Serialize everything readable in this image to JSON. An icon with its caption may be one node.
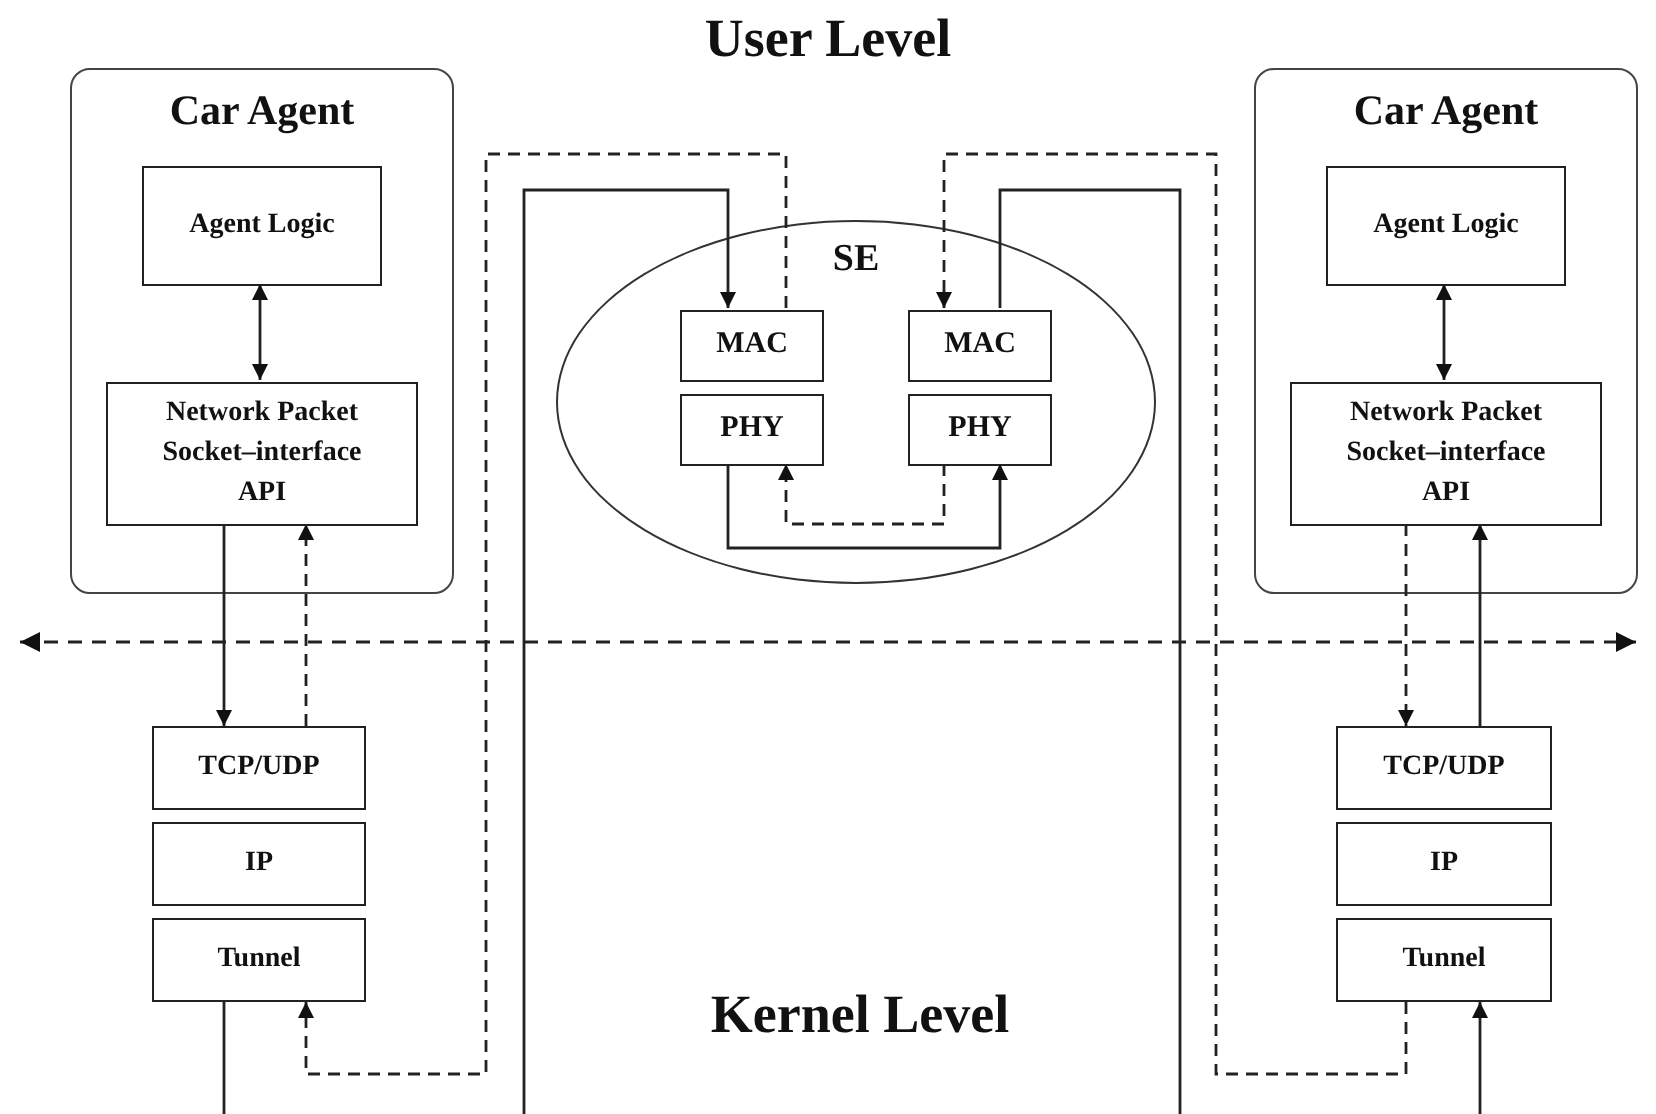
{
  "diagram": {
    "nodes": [
      {
        "text": [
          "Car Agent"
        ]
      },
      {
        "text": [
          "Agent Logic"
        ],
        "in": 0
      },
      {
        "text": [
          "Network Packet Socket–interface API"
        ],
        "in": 0
      },
      {
        "text": [
          "SE"
        ]
      },
      {
        "text": [
          "MAC"
        ],
        "in": 3
      },
      {
        "text": [
          "PHY"
        ],
        "in": 3
      },
      {
        "text": [
          "MAC"
        ],
        "in": 3
      },
      {
        "text": [
          "PHY"
        ],
        "in": 3
      },
      {
        "text": [
          "Car Agent"
        ]
      },
      {
        "text": [
          "Agent Logic"
        ],
        "in": 8
      },
      {
        "text": [
          "Network Packet Socket–interface API"
        ],
        "in": 8
      },
      {
        "text": [
          "TCP/UDP"
        ]
      },
      {
        "text": [
          "IP"
        ]
      },
      {
        "text": [
          "Tunnel"
        ]
      },
      {
        "text": [
          "TCP/UDP"
        ]
      },
      {
        "text": [
          "IP"
        ]
      },
      {
        "text": [
          "Tunnel"
        ]
      }
    ],
    "edges": [
      {
        "from": 1,
        "to": 2,
        "arrow": "both"
      },
      {
        "from": 2,
        "to": 11,
        "arrow": "to"
      },
      {
        "from": 11,
        "to": 2,
        "arrow": "to",
        "style": "dashed"
      },
      {
        "from": 13,
        "to": null,
        "arrow": "none"
      },
      {
        "from": null,
        "to": 4,
        "arrow": "to"
      },
      {
        "from": 4,
        "to": 13,
        "arrow": "to",
        "style": "dashed"
      },
      {
        "from": 5,
        "to": 7,
        "arrow": "to"
      },
      {
        "from": 7,
        "to": 5,
        "arrow": "to",
        "style": "dashed"
      },
      {
        "from": 6,
        "to": null,
        "arrow": "none"
      },
      {
        "from": 16,
        "to": 6,
        "arrow": "to",
        "style": "dashed"
      },
      {
        "from": 9,
        "to": 10,
        "arrow": "both"
      },
      {
        "from": 10,
        "to": 14,
        "arrow": "to",
        "style": "dashed"
      },
      {
        "from": 14,
        "to": 10,
        "arrow": "to"
      },
      {
        "from": null,
        "to": 16,
        "arrow": "to"
      }
    ],
    "labels": [
      "User Level",
      "Kernel Level"
    ]
  }
}
